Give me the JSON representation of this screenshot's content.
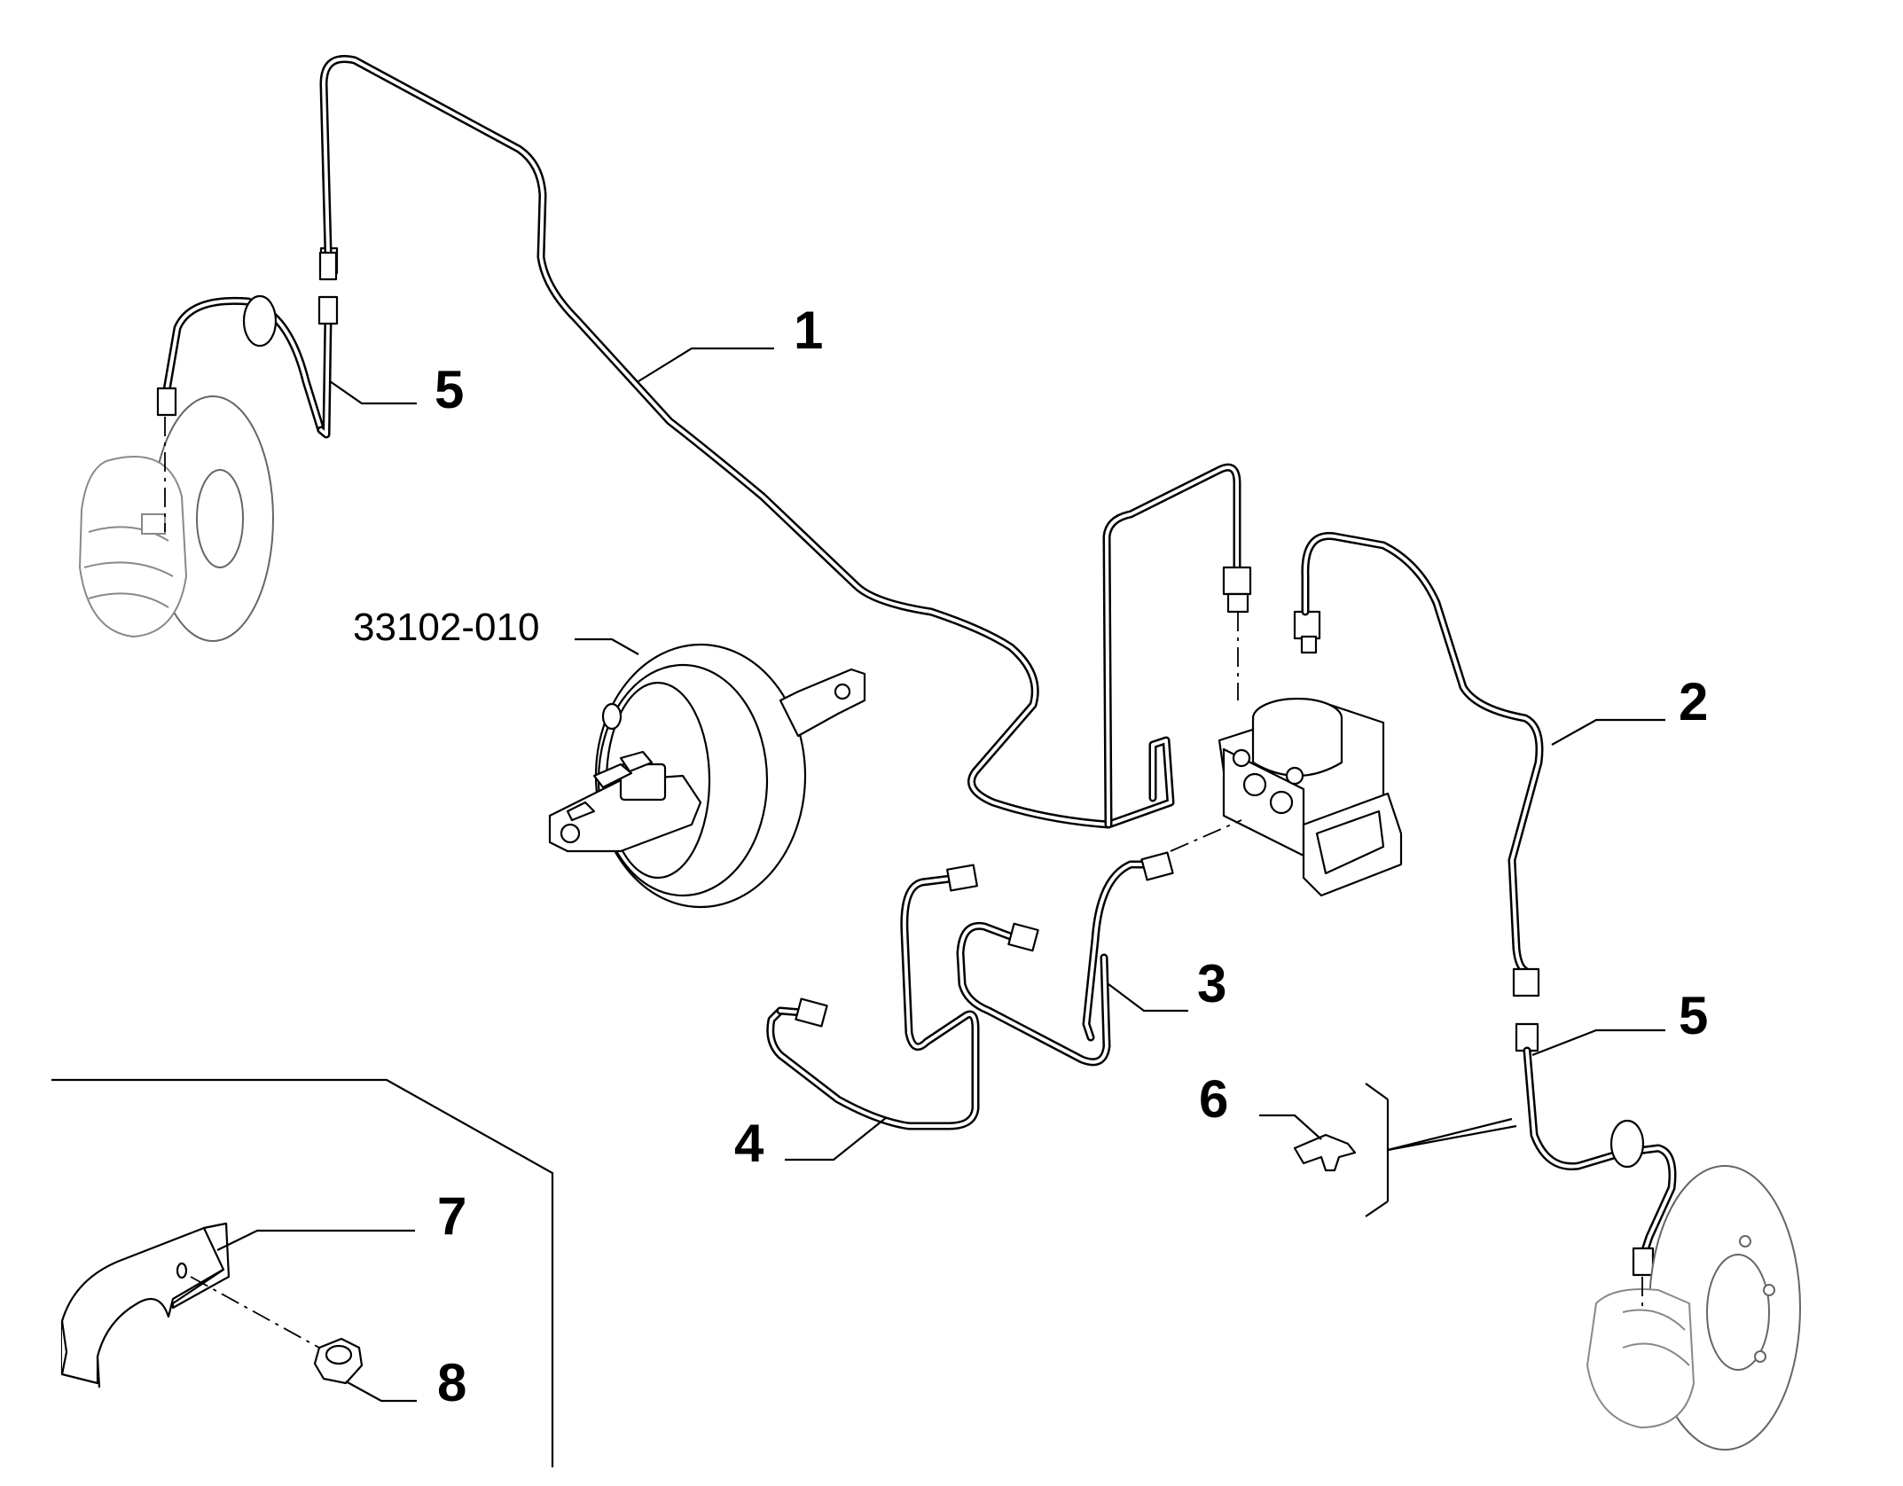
{
  "diagram": {
    "callouts": [
      {
        "id": "pipe-1",
        "label": "1"
      },
      {
        "id": "pipe-2",
        "label": "2"
      },
      {
        "id": "pipe-3",
        "label": "3"
      },
      {
        "id": "pipe-4",
        "label": "4"
      },
      {
        "id": "hose-left",
        "label": "5"
      },
      {
        "id": "hose-right-upper",
        "label": "5"
      },
      {
        "id": "clip-6",
        "label": "6"
      },
      {
        "id": "bracket-7",
        "label": "7"
      },
      {
        "id": "nut-8",
        "label": "8"
      }
    ],
    "reference": {
      "part_number": "33102-010"
    }
  }
}
